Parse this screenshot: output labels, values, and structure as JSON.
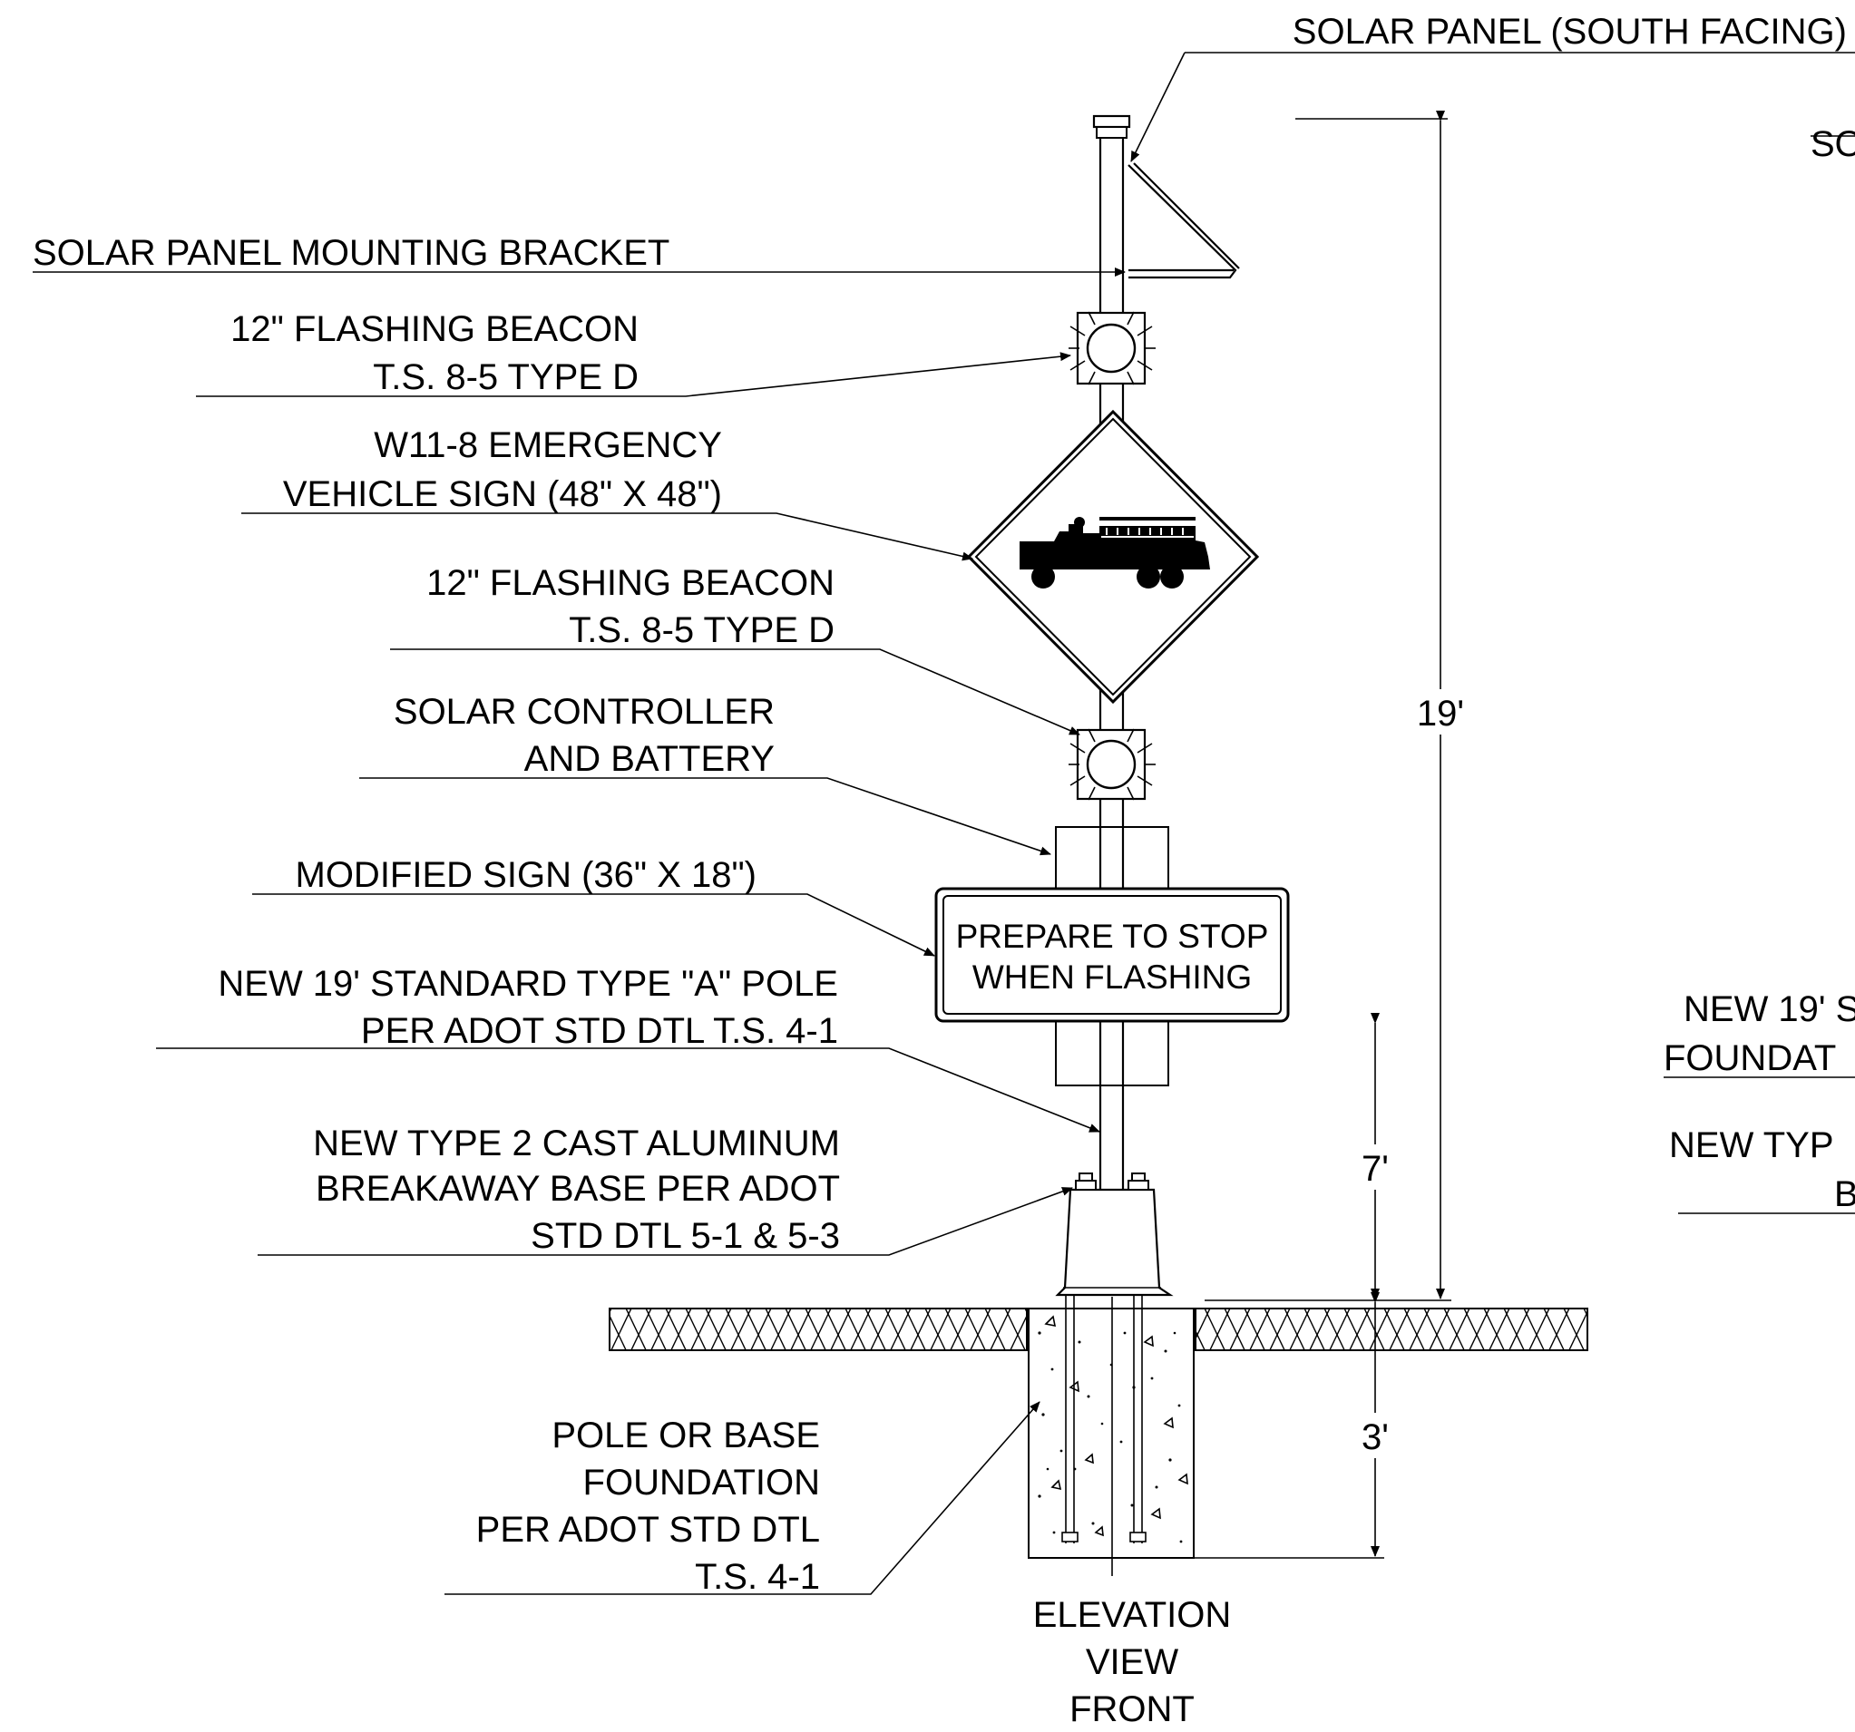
{
  "labels": {
    "solar_panel": "SOLAR PANEL (SOUTH FACING)",
    "solar_panel_right_cut": "SO",
    "mounting_bracket": "SOLAR PANEL MOUNTING BRACKET",
    "beacon_top_1": "12\" FLASHING BEACON",
    "beacon_top_2": "T.S. 8-5 TYPE D",
    "w11_1": "W11-8 EMERGENCY",
    "w11_2": "VEHICLE SIGN (48\" X 48\")",
    "beacon_bot_1": "12\" FLASHING BEACON",
    "beacon_bot_2": "T.S. 8-5 TYPE D",
    "controller_1": "SOLAR CONTROLLER",
    "controller_2": "AND BATTERY",
    "modified_sign": "MODIFIED SIGN (36\" X 18\")",
    "pole_1": "NEW 19' STANDARD TYPE \"A\" POLE",
    "pole_2": "PER ADOT STD DTL T.S. 4-1",
    "base_1": "NEW TYPE 2 CAST ALUMINUM",
    "base_2": "BREAKAWAY BASE PER ADOT",
    "base_3": "STD DTL 5-1 & 5-3",
    "foundation_1": "POLE OR BASE",
    "foundation_2": "FOUNDATION",
    "foundation_3": "PER ADOT STD DTL",
    "foundation_4": "T.S. 4-1",
    "view_1": "ELEVATION",
    "view_2": "VIEW",
    "view_3": "FRONT"
  },
  "sign_text": {
    "line1": "PREPARE TO STOP",
    "line2": "WHEN FLASHING"
  },
  "dimensions": {
    "total": "19'",
    "upper": "7'",
    "lower": "3'"
  },
  "right_cut": {
    "line1": "NEW 19' S",
    "line2": "FOUNDAT",
    "line3": "NEW TYP",
    "line4": "B"
  },
  "icons": [
    "fire-truck-icon",
    "flashing-beacon-icon"
  ]
}
